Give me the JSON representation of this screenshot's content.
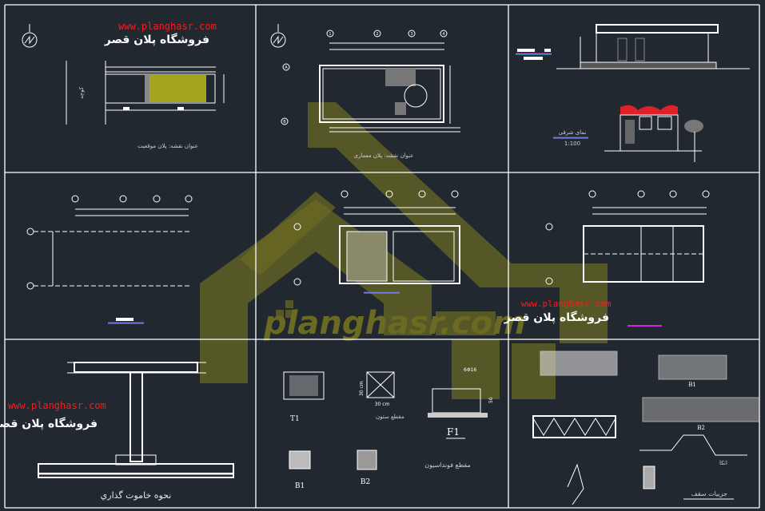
{
  "watermark": {
    "site_url": "www.planghasr.com",
    "store_name": "فروشگاه پلان قصر",
    "logo_text": "planghasr.com"
  },
  "panels": {
    "site_plan": {
      "caption": "عنوان نقشه: پلان موقعیت",
      "street_label": "کوچه"
    },
    "architectural_plan": {
      "caption": "عنوان نقشه: پلان معماری",
      "axes_top": [
        "1",
        "2",
        "3",
        "4"
      ],
      "axes_side": [
        "A",
        "B"
      ]
    },
    "elevations": {
      "caption": "نمای شرقی",
      "scale": "1:100"
    },
    "stirrup_detail": {
      "caption": "نحوه خاموت گذاري"
    },
    "foundation_section": {
      "caption": "مقطع فونداسیون",
      "column_section": "مقطع ستون",
      "dim_30_h": "30 cm",
      "dim_30_w": "30 cm",
      "dim_50": "50",
      "rebar": "6Φ16",
      "labels": [
        "T1",
        "F1",
        "B1",
        "B2"
      ]
    },
    "roof_details": {
      "caption": "جزییات سقف",
      "support_label": "اتکا",
      "labels": [
        "B1",
        "B2"
      ]
    }
  },
  "colors": {
    "background": "#212830",
    "watermark": "#6b6a22",
    "url_red": "#ff1a1a",
    "roof_red": "#e0202a",
    "accent_cyan": "#00d8e0",
    "accent_magenta": "#e020e0"
  }
}
